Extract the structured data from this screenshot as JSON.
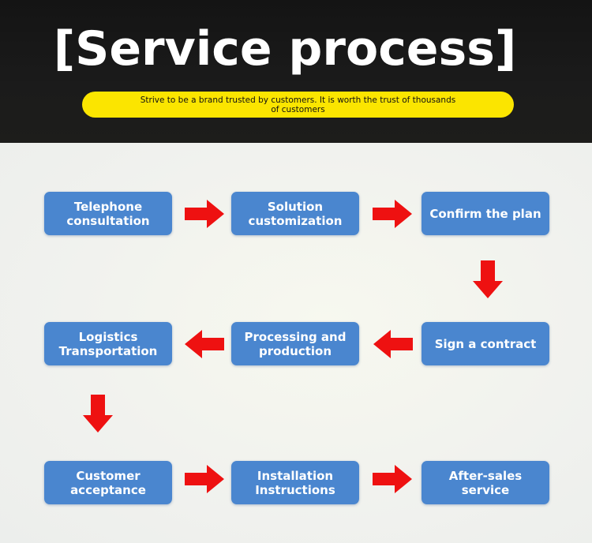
{
  "header": {
    "title": "[Service process]",
    "subtitle": "Strive to be a brand trusted by customers. It is worth the trust of thousands of customers"
  },
  "steps": [
    "Telephone consultation",
    "Solution customization",
    "Confirm the plan",
    "Sign a contract",
    "Processing and production",
    "Logistics Transportation",
    "Customer acceptance",
    "Installation Instructions",
    "After-sales service"
  ],
  "colors": {
    "step_box": "#4a86cf",
    "arrow": "#ee1111",
    "banner": "#fbe500",
    "header_bg": "#161616"
  },
  "icons": {
    "arrow_right": "arrow-right-icon",
    "arrow_left": "arrow-left-icon",
    "arrow_down": "arrow-down-icon"
  }
}
